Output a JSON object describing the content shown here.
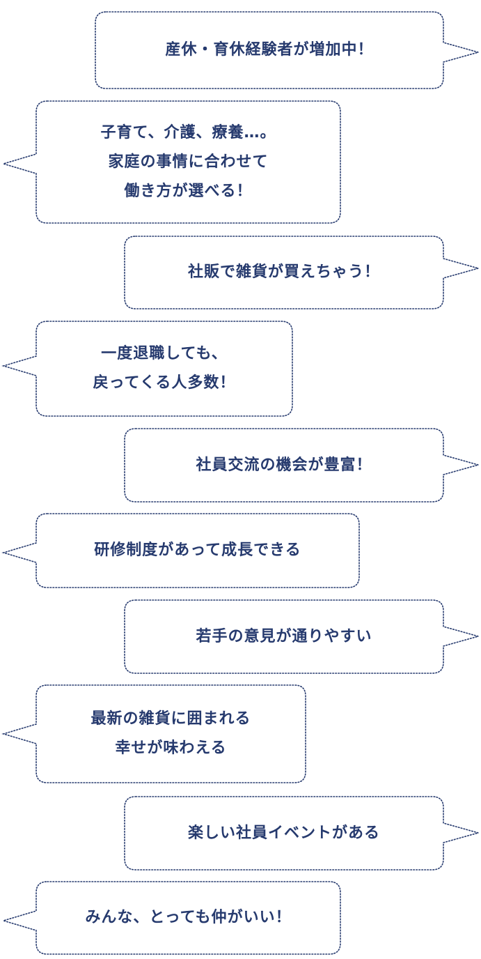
{
  "colors": {
    "text": "#263a6e",
    "border": "#263a6e",
    "background": "#ffffff"
  },
  "bubbles": [
    {
      "tail": "right",
      "lines": [
        "産休・育休経験者が増加中！"
      ]
    },
    {
      "tail": "left",
      "lines": [
        "子育て、介護、療養…。",
        "家庭の事情に合わせて",
        "働き方が選べる！"
      ]
    },
    {
      "tail": "right",
      "lines": [
        "社販で雑貨が買えちゃう！"
      ]
    },
    {
      "tail": "left",
      "lines": [
        "一度退職しても、",
        "戻ってくる人多数！"
      ]
    },
    {
      "tail": "right",
      "lines": [
        "社員交流の機会が豊富！"
      ]
    },
    {
      "tail": "left",
      "lines": [
        "研修制度があって成長できる"
      ]
    },
    {
      "tail": "right",
      "lines": [
        "若手の意見が通りやすい"
      ]
    },
    {
      "tail": "left",
      "lines": [
        "最新の雑貨に囲まれる",
        "幸せが味わえる"
      ]
    },
    {
      "tail": "right",
      "lines": [
        "楽しい社員イベントがある"
      ]
    },
    {
      "tail": "left",
      "lines": [
        "みんな、とっても仲がいい！"
      ]
    }
  ]
}
